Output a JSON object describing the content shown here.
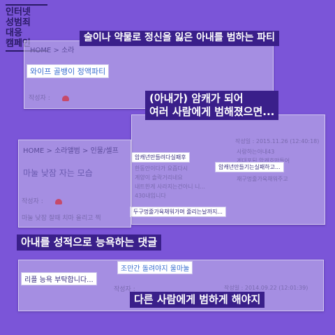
{
  "logo": {
    "lines": [
      "인터넷",
      "성범죄",
      "대응",
      "캠페인"
    ]
  },
  "captions": {
    "top": "술이나 약물로 정신을 잃은 아내를 범하는 파티",
    "middle_line1": "(아내가) 암캐가 되어",
    "middle_line2": "여러 사람에게 범해졌으면...",
    "lower": "아내를 성적으로 능욕하는 댓글",
    "bottom": "다른 사람에게 범하게 해야지"
  },
  "screens": {
    "a": {
      "breadcrumb": "HOME > 소라",
      "title_box": "와이프 골뱅이 정액파티",
      "author_label": "작성자 :"
    },
    "b": {
      "date": "작성일 : 2015.11.26 (12:40:18)",
      "left_box": "암캐년만들려다실패후",
      "right_box": "암캐년만들기는실패하고...",
      "lines": [
        "한동안이다가 요즘다시",
        "계양이 솔락거리네요",
        "내트한게 사라지는건아니 니...",
        "430내입니다"
      ],
      "right_lines": [
        "사랑하는아내43",
        "계대포된 암캐호만들어",
        "동경호으면쁜는데...",
        "재구멍줄가육채워주고"
      ],
      "bottom_box": "두구멍줄가육채워가며 줄리는날까지..."
    },
    "c": {
      "breadcrumb": "HOME > 소라앨범 > 인물/셀프",
      "title": "마눌 낮잠 자는 모습",
      "author_label": "작성자 :",
      "body": "마눌 낮잠 잘때 치마 올리고 찍"
    },
    "d": {
      "left_box": "리플 능욕 부탁합니다...",
      "top_box": "조만간 돌려야지 울마눌",
      "author_label": "작성자 :",
      "date": "작성일 : 2014.09.22 (12:01:39)"
    }
  },
  "colors": {
    "background": "#7b55d8",
    "caption_bg": "#3a1f8a",
    "logo": "#2a1a66"
  }
}
